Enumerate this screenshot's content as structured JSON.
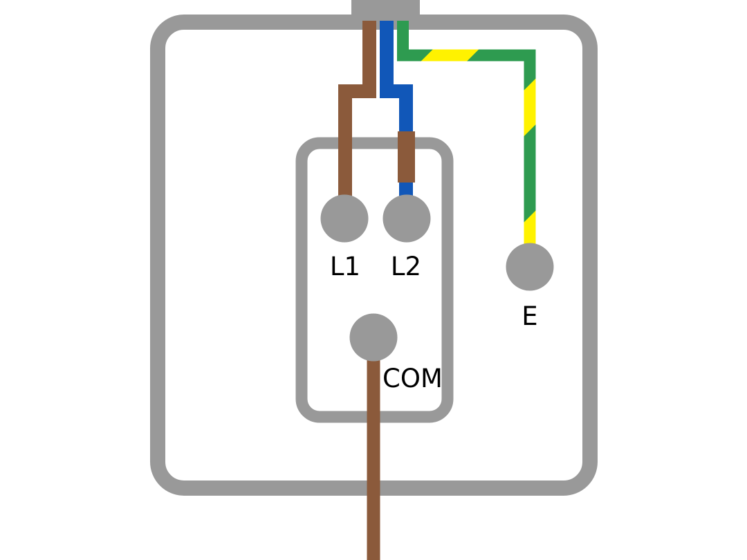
{
  "diagram": {
    "kind": "light-switch-wiring-diagram",
    "depicts": "switch back box with cable entry at top, switch body with L1/L2/COM terminals and separate earth terminal E"
  },
  "terminals": [
    {
      "id": "l1",
      "label": "L1"
    },
    {
      "id": "l2",
      "label": "L2"
    },
    {
      "id": "com",
      "label": "COM"
    },
    {
      "id": "e",
      "label": "E"
    }
  ],
  "wires": [
    {
      "name": "live-wire-to-l1",
      "color": "brown",
      "from": "cable-entry",
      "to": "L1"
    },
    {
      "name": "switched-live-wire-to-l2",
      "color": "blue",
      "sleeve": "brown",
      "from": "cable-entry",
      "to": "L2"
    },
    {
      "name": "earth-wire-to-e",
      "color": "green-yellow",
      "from": "cable-entry",
      "to": "E"
    },
    {
      "name": "common-wire-exit",
      "color": "brown",
      "from": "COM",
      "to": "bottom-exit"
    }
  ],
  "colors": {
    "enclosure_gray": "#999999",
    "terminal_gray": "#999999",
    "live_brown": "#8B5A3B",
    "neutral_blue": "#1157B8",
    "earth_green": "#2E9B50",
    "earth_yellow": "#FFF200",
    "label_black": "#000000",
    "background": "#FFFFFF"
  }
}
